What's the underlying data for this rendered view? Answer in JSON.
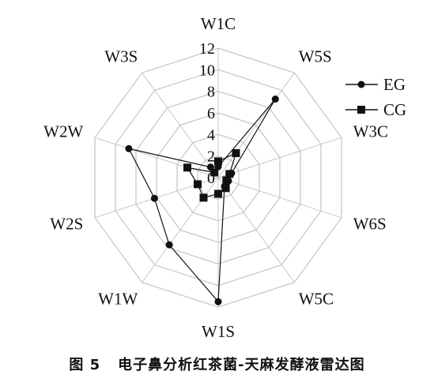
{
  "caption": {
    "figure_number": "图 5",
    "text": "电子鼻分析红茶菌-天麻发酵液雷达图"
  },
  "colors": {
    "grid": "#c8c8c8",
    "series": "#111111",
    "text": "#111111"
  },
  "chart_data": {
    "type": "radar",
    "axes": [
      "W1C",
      "W5S",
      "W3C",
      "W6S",
      "W5C",
      "W1S",
      "W1W",
      "W2S",
      "W2W",
      "W3S"
    ],
    "rlim": [
      0,
      12
    ],
    "ticks": [
      "0",
      "2",
      "4",
      "6",
      "8",
      "10",
      "12"
    ],
    "tick_values": [
      0,
      2,
      4,
      6,
      8,
      10,
      12
    ],
    "grid": true,
    "legend_position": "top-right",
    "series": [
      {
        "name": "EG",
        "marker": "circle",
        "values": [
          1.0,
          9.0,
          1.3,
          1.0,
          1.0,
          11.5,
          7.7,
          6.2,
          8.7,
          1.2
        ]
      },
      {
        "name": "CG",
        "marker": "square",
        "values": [
          1.5,
          2.8,
          1.1,
          0.8,
          1.2,
          1.5,
          2.3,
          2.0,
          3.0,
          0.6
        ]
      }
    ]
  }
}
